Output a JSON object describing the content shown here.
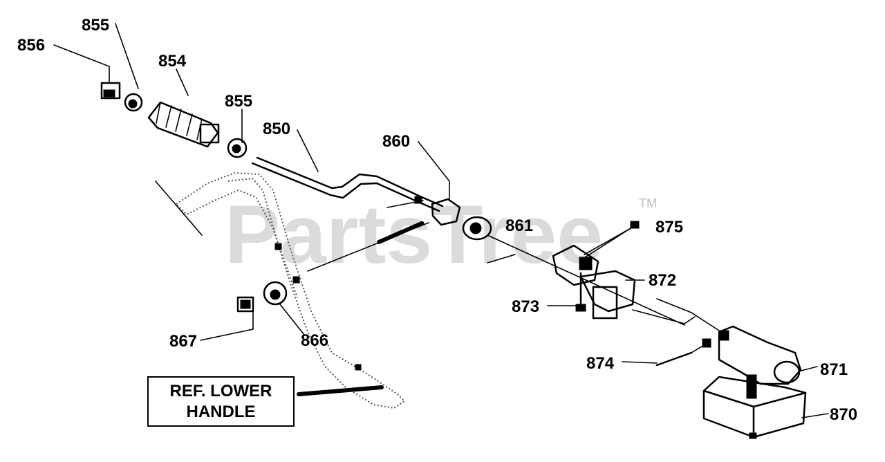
{
  "watermark": {
    "text": "PartsTree",
    "trademark": "TM"
  },
  "reference_box": {
    "line1": "REF. LOWER",
    "line2": "HANDLE"
  },
  "callouts": {
    "c856": "856",
    "c855a": "855",
    "c854": "854",
    "c855b": "855",
    "c850": "850",
    "c860": "860",
    "c861": "861",
    "c875": "875",
    "c872": "872",
    "c873": "873",
    "c874": "874",
    "c871": "871",
    "c870": "870",
    "c867": "867",
    "c866": "866"
  }
}
